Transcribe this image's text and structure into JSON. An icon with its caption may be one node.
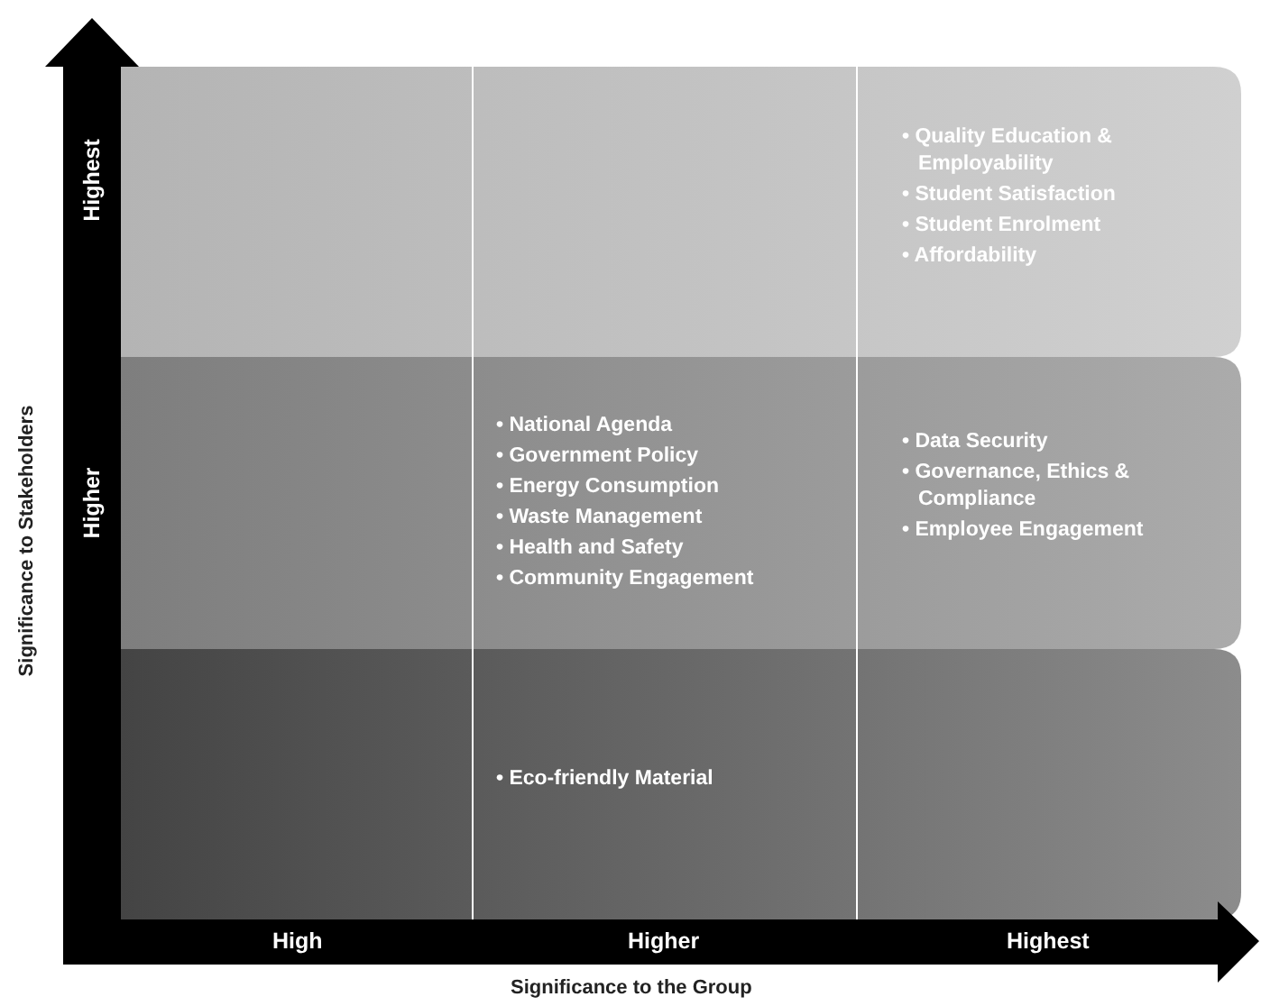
{
  "diagram": {
    "labels": [
      "Significance to Stakeholders",
      "Highest",
      "• Quality Education & Employability",
      "• Student Satisfaction",
      "• Student Enrolment",
      "• Affordability",
      "Higher",
      "• National Agenda",
      "• Government Policy",
      "• Energy Consumption",
      "• Waste Management",
      "• Health and Safety",
      "• Community Engagement",
      "• Data Security",
      "• Governance, Ethics & Compliance",
      "• Employee Engagement",
      "• Eco-friendly Material",
      "High",
      "Higher",
      "Highest",
      "Significance to the Group"
    ]
  }
}
